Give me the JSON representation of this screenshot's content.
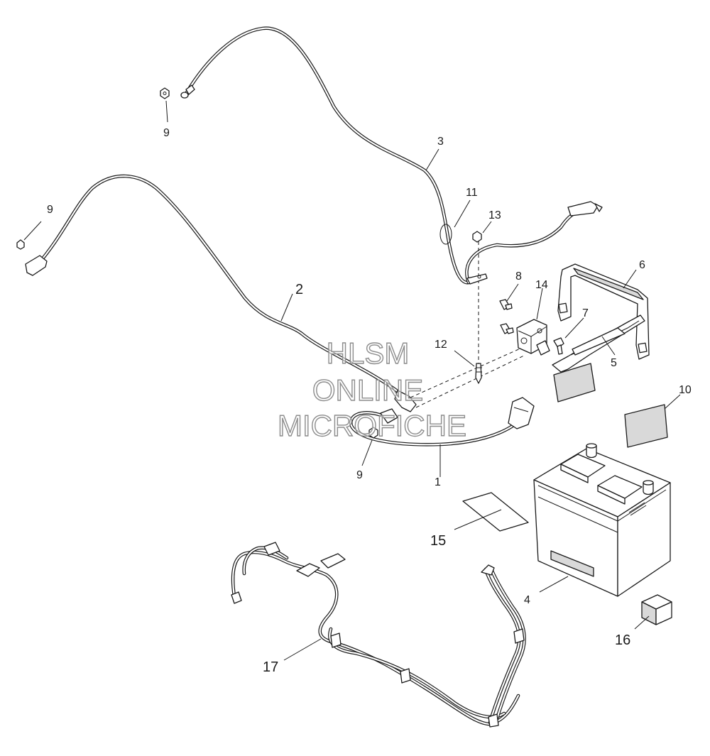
{
  "watermark": {
    "line1": "HLSM",
    "line2": "ONLINE",
    "line3": "MICROFICHE"
  },
  "callouts": {
    "c1": "1",
    "c2": "2",
    "c3": "3",
    "c4": "4",
    "c5": "5",
    "c6": "6",
    "c7": "7",
    "c8": "8",
    "c9a": "9",
    "c9b": "9",
    "c9c": "9",
    "c10": "10",
    "c11": "11",
    "c12": "12",
    "c13": "13",
    "c14": "14",
    "c15": "15",
    "c16": "16",
    "c17": "17"
  }
}
